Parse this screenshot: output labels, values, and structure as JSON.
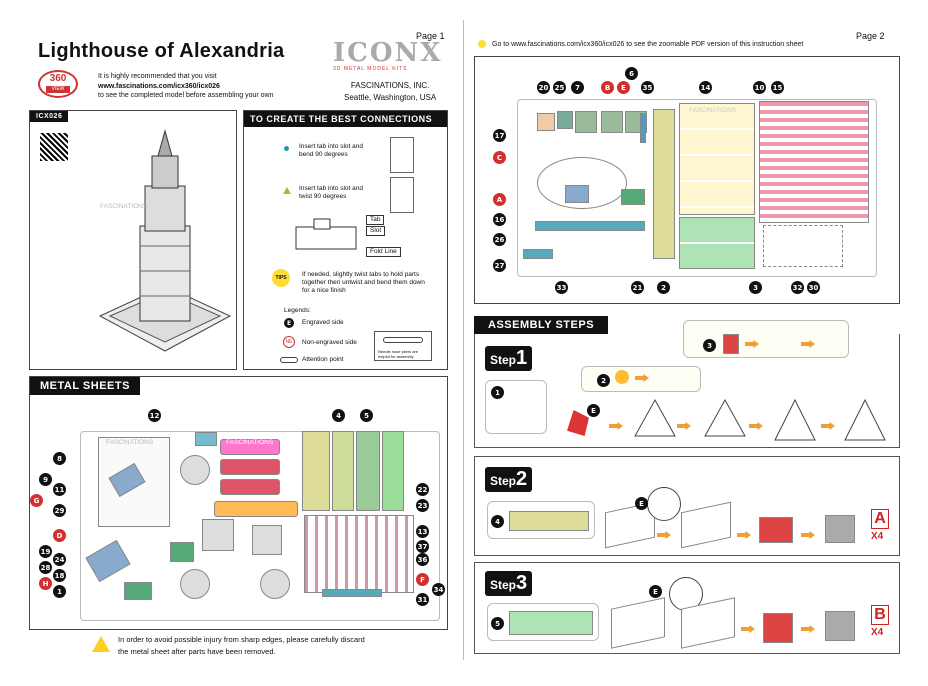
{
  "page1": {
    "label": "Page 1",
    "title": "Lighthouse of Alexandria",
    "brand": "ICONX",
    "brand_sub": "3D METAL MODEL KITS",
    "badge360": "360",
    "badge_view": "VIEW",
    "recommend": [
      "It is highly recommended that you visit",
      "www.fascinations.com/icx360/icx026",
      "to see the completed model before assembling your own"
    ],
    "company": [
      "FASCINATIONS, INC.",
      "Seattle, Washington, USA"
    ],
    "model_id": "ICX026",
    "watermark": "FASCINATIONS",
    "connections": {
      "header": "TO CREATE THE BEST CONNECTIONS",
      "tip1": "Insert tab into slot and bend 90 degrees",
      "tip2": "Insert tab into slot and twist 90 degrees",
      "tab": "Tab",
      "slot": "Slot",
      "fold": "Fold Line",
      "tips_badge": "TIPS",
      "tips_text": "If needed, slightly twist tabs to hold parts together then untwist and bend them down for a nice finish",
      "legends": "Legends:",
      "leg_e": "Engraved side",
      "leg_ne": "Non-engraved side",
      "leg_att": "Attention point",
      "pliers": "Needle nose pliers are helpful for assembly",
      "e": "E",
      "ne": "NE"
    },
    "metal_header": "METAL SHEETS",
    "warning": [
      "In order to avoid possible injury from sharp edges, please carefully discard",
      "the metal sheet after parts have been removed."
    ]
  },
  "page2": {
    "label": "Page 2",
    "url_note": "Go to www.fascinations.com/icx360/icx026 to see the zoomable PDF version of this instruction sheet",
    "assembly_header": "ASSEMBLY STEPS",
    "step": "Step",
    "step1": "1",
    "step2": "2",
    "step3": "3",
    "a": "A",
    "b": "B",
    "x4": "X4"
  },
  "sheet1_nums": {
    "n12": "12",
    "n8": "8",
    "n9": "9",
    "n11": "11",
    "nG": "G",
    "n29": "29",
    "nD": "D",
    "n19": "19",
    "n24": "24",
    "n28": "28",
    "n18": "18",
    "nH": "H",
    "n1": "1",
    "n4": "4",
    "n5": "5",
    "n22": "22",
    "n23": "23",
    "n13": "13",
    "n37": "37",
    "n36": "36",
    "nF": "F",
    "n34": "34",
    "n31": "31"
  },
  "sheet2_nums": {
    "n20": "20",
    "n25": "25",
    "n7": "7",
    "nB": "B",
    "nE": "E",
    "n6": "6",
    "n35": "35",
    "n14": "14",
    "n10": "10",
    "n15": "15",
    "n17": "17",
    "nC": "C",
    "nA": "A",
    "n16": "16",
    "n26": "26",
    "n27": "27",
    "n33": "33",
    "n21": "21",
    "n2": "2",
    "n3": "3",
    "n32": "32",
    "n30": "30"
  },
  "steps_nums": {
    "s3": "3",
    "s2": "2",
    "s1": "1",
    "sE": "E",
    "s4": "4",
    "sE2": "E",
    "s5": "5",
    "sE3": "E"
  }
}
